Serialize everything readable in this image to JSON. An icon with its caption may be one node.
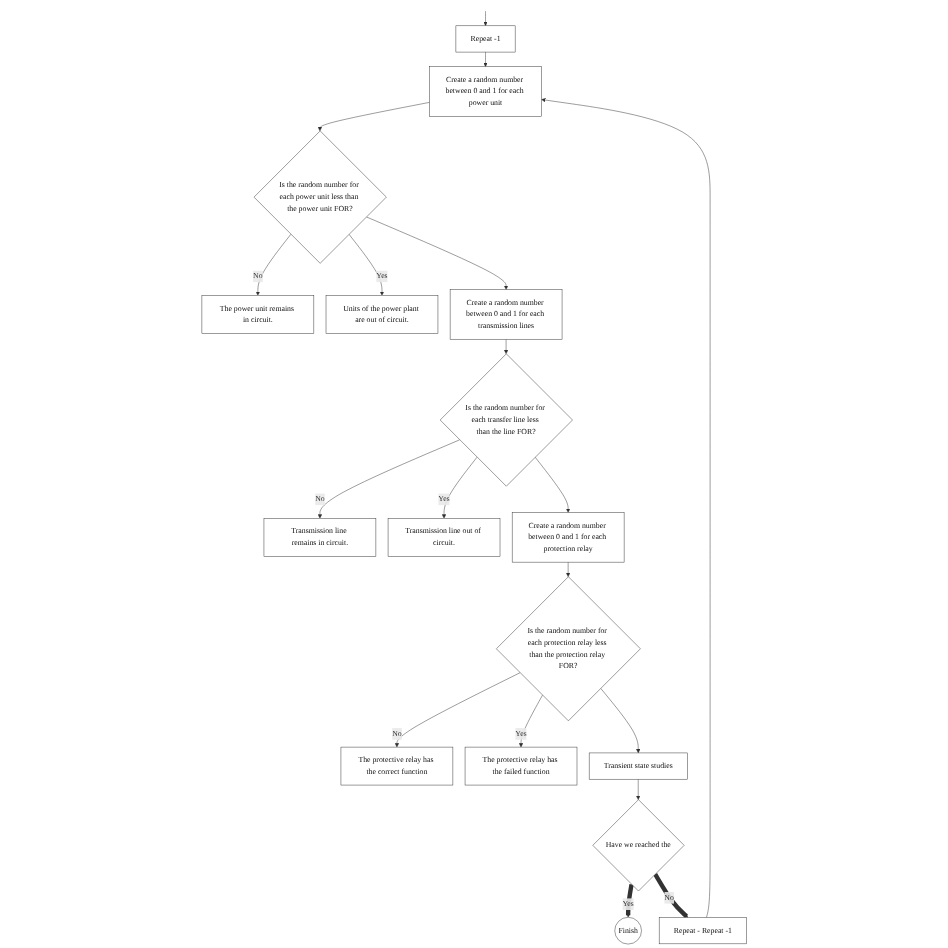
{
  "diagram": {
    "nodes": [
      {
        "text": [
          "Repeat -1"
        ]
      },
      {
        "text": [
          "Create a random number between 0 and 1 for each power unit"
        ]
      },
      {
        "text": [
          "Is the random number for each power unit less than the power unit FOR?"
        ]
      },
      {
        "text": [
          "The power unit remains in circuit."
        ]
      },
      {
        "text": [
          "Units of the power plant are out of circuit."
        ]
      },
      {
        "text": [
          "Create a random number between 0 and 1 for each transmission lines"
        ]
      },
      {
        "text": [
          "Is the random number for each transfer line less than the line FOR?"
        ]
      },
      {
        "text": [
          "Transmission line remains in circuit."
        ]
      },
      {
        "text": [
          "Transmission line out of circuit."
        ]
      },
      {
        "text": [
          "Create a random number between 0 and 1 for each protection relay"
        ]
      },
      {
        "text": [
          "Is the random number for each protection relay less than the protection relay FOR?"
        ]
      },
      {
        "text": [
          "The protective relay has the correct function"
        ]
      },
      {
        "text": [
          "The protective relay has the failed function"
        ]
      },
      {
        "text": [
          "Transient state studies"
        ]
      },
      {
        "text": [
          "Have we reached the"
        ]
      },
      {
        "text": [
          "Finish"
        ]
      },
      {
        "text": [
          "Repeat - Repeat -1"
        ]
      }
    ],
    "edges": [
      {
        "from": null,
        "to": 0,
        "arrow": "to"
      },
      {
        "from": 0,
        "to": 1,
        "arrow": "to"
      },
      {
        "from": 1,
        "to": 2,
        "arrow": "to"
      },
      {
        "from": 2,
        "to": 3,
        "arrow": "to",
        "label": "No"
      },
      {
        "from": 2,
        "to": 4,
        "arrow": "to",
        "label": "Yes"
      },
      {
        "from": 2,
        "to": 5,
        "arrow": "to"
      },
      {
        "from": 5,
        "to": 6,
        "arrow": "to"
      },
      {
        "from": 6,
        "to": 7,
        "arrow": "to",
        "label": "No"
      },
      {
        "from": 6,
        "to": 8,
        "arrow": "to",
        "label": "Yes"
      },
      {
        "from": 6,
        "to": 9,
        "arrow": "to"
      },
      {
        "from": 9,
        "to": 10,
        "arrow": "to"
      },
      {
        "from": 10,
        "to": 11,
        "arrow": "to",
        "label": "No"
      },
      {
        "from": 10,
        "to": 12,
        "arrow": "to",
        "label": "Yes"
      },
      {
        "from": 10,
        "to": 13,
        "arrow": "to"
      },
      {
        "from": 13,
        "to": 14,
        "arrow": "to"
      },
      {
        "from": 14,
        "to": 15,
        "arrow": "to",
        "label": "Yes",
        "style": "thick"
      },
      {
        "from": 14,
        "to": 16,
        "arrow": "to",
        "label": "No",
        "style": "thick"
      },
      {
        "from": 16,
        "to": 1,
        "arrow": "to"
      }
    ]
  }
}
